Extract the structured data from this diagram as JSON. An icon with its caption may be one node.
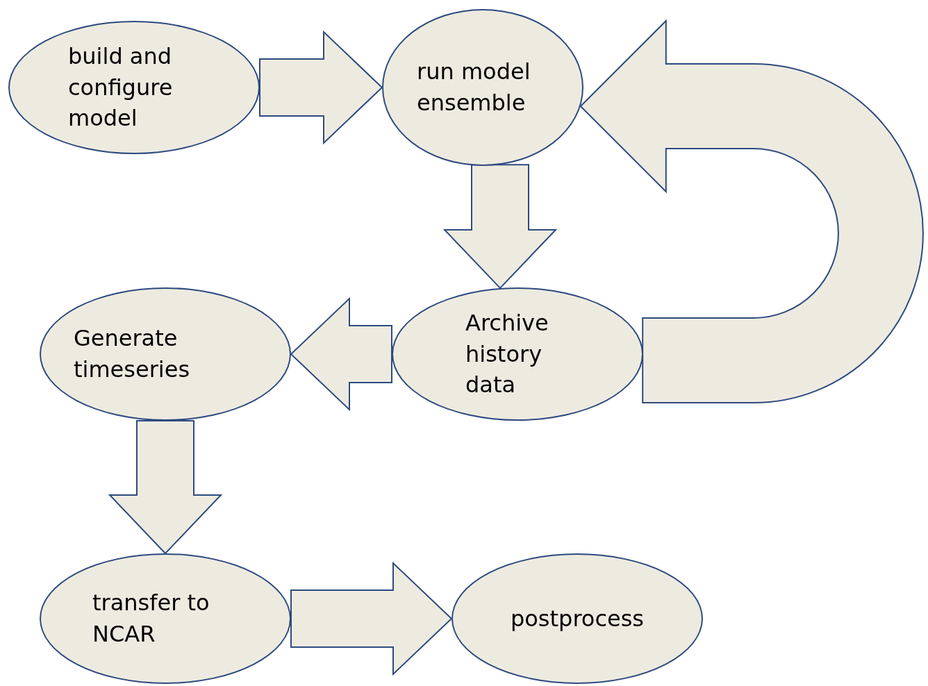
{
  "diagram": {
    "nodes": [
      {
        "text": [
          "build and configure model"
        ]
      },
      {
        "text": [
          "run model ensemble"
        ]
      },
      {
        "text": [
          "Archive history data"
        ]
      },
      {
        "text": [
          "Generate timeseries"
        ]
      },
      {
        "text": [
          "transfer to NCAR"
        ]
      },
      {
        "text": [
          "postprocess"
        ]
      }
    ],
    "edges": [
      {
        "from": 0,
        "to": 1,
        "arrow": "to"
      },
      {
        "from": 1,
        "to": 2,
        "arrow": "to"
      },
      {
        "from": 2,
        "to": 3,
        "arrow": "to"
      },
      {
        "from": 3,
        "to": 4,
        "arrow": "to"
      },
      {
        "from": 4,
        "to": 5,
        "arrow": "to"
      },
      {
        "from": 2,
        "to": 1,
        "arrow": "to"
      }
    ]
  }
}
